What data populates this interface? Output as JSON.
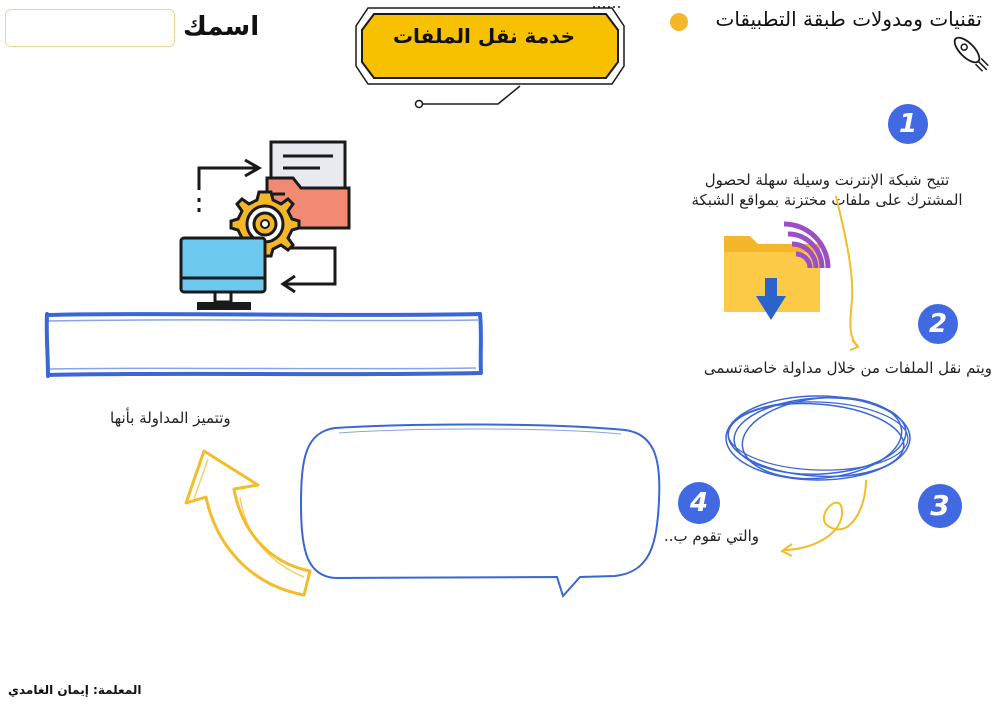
{
  "header": {
    "name_label": "اسمك",
    "name_input_value": "",
    "lesson_title": "خدمة نقل الملفات",
    "subject_title": "تقنيات ومدولات طبقة التطبيقات"
  },
  "steps": [
    {
      "number": "1",
      "text_line1": "تتيح شبكة الإنترنت وسيلة سهلة لحصول",
      "text_line2": "المشترك على ملفات  مختزنة بمواقع الشبكة"
    },
    {
      "number": "2",
      "text": "ويتم نقل الملفات من خلال مداولة خاصةتسمى"
    },
    {
      "number": "3"
    },
    {
      "number": "4",
      "text": "والتي تقوم ب.."
    }
  ],
  "feature_label": "وتتميز المداولة بأنها",
  "answer_box_value": "",
  "teacher_credit": "المعلمة: إيمان الغامدي",
  "icons": [
    "rocket-icon",
    "file-transfer-icon",
    "folder-download-icon",
    "wifi-signal-icon",
    "gear-icon",
    "monitor-icon"
  ],
  "colors": {
    "title_yellow": "#f7c100",
    "step_blue": "#3d5fd8",
    "sketch_blue": "#3a66d6",
    "arrow_yellow": "#f2bd2a",
    "folder_orange": "#f5b72a"
  }
}
